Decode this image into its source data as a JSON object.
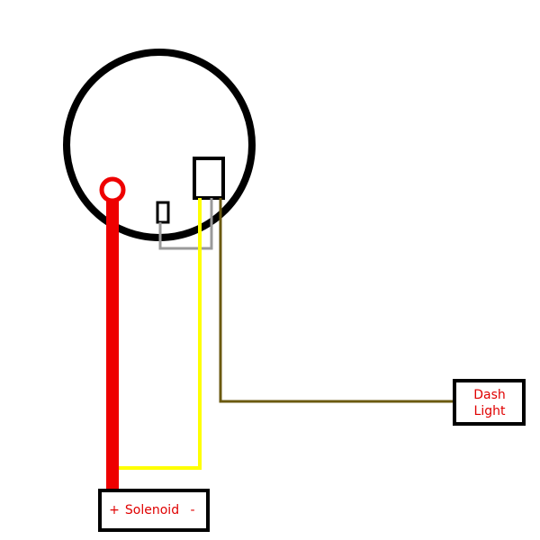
{
  "solenoid": {
    "plus": "+",
    "name": "Solenoid",
    "minus": "-"
  },
  "dash_light": {
    "line1": "Dash",
    "line2": "Light"
  },
  "colors": {
    "outline": "#000000",
    "power_wire": "#ee0000",
    "signal_wire": "#ffff00",
    "ground_wire": "#9a9a9a",
    "light_wire": "#6b5a10",
    "label_text": "#e00000"
  }
}
